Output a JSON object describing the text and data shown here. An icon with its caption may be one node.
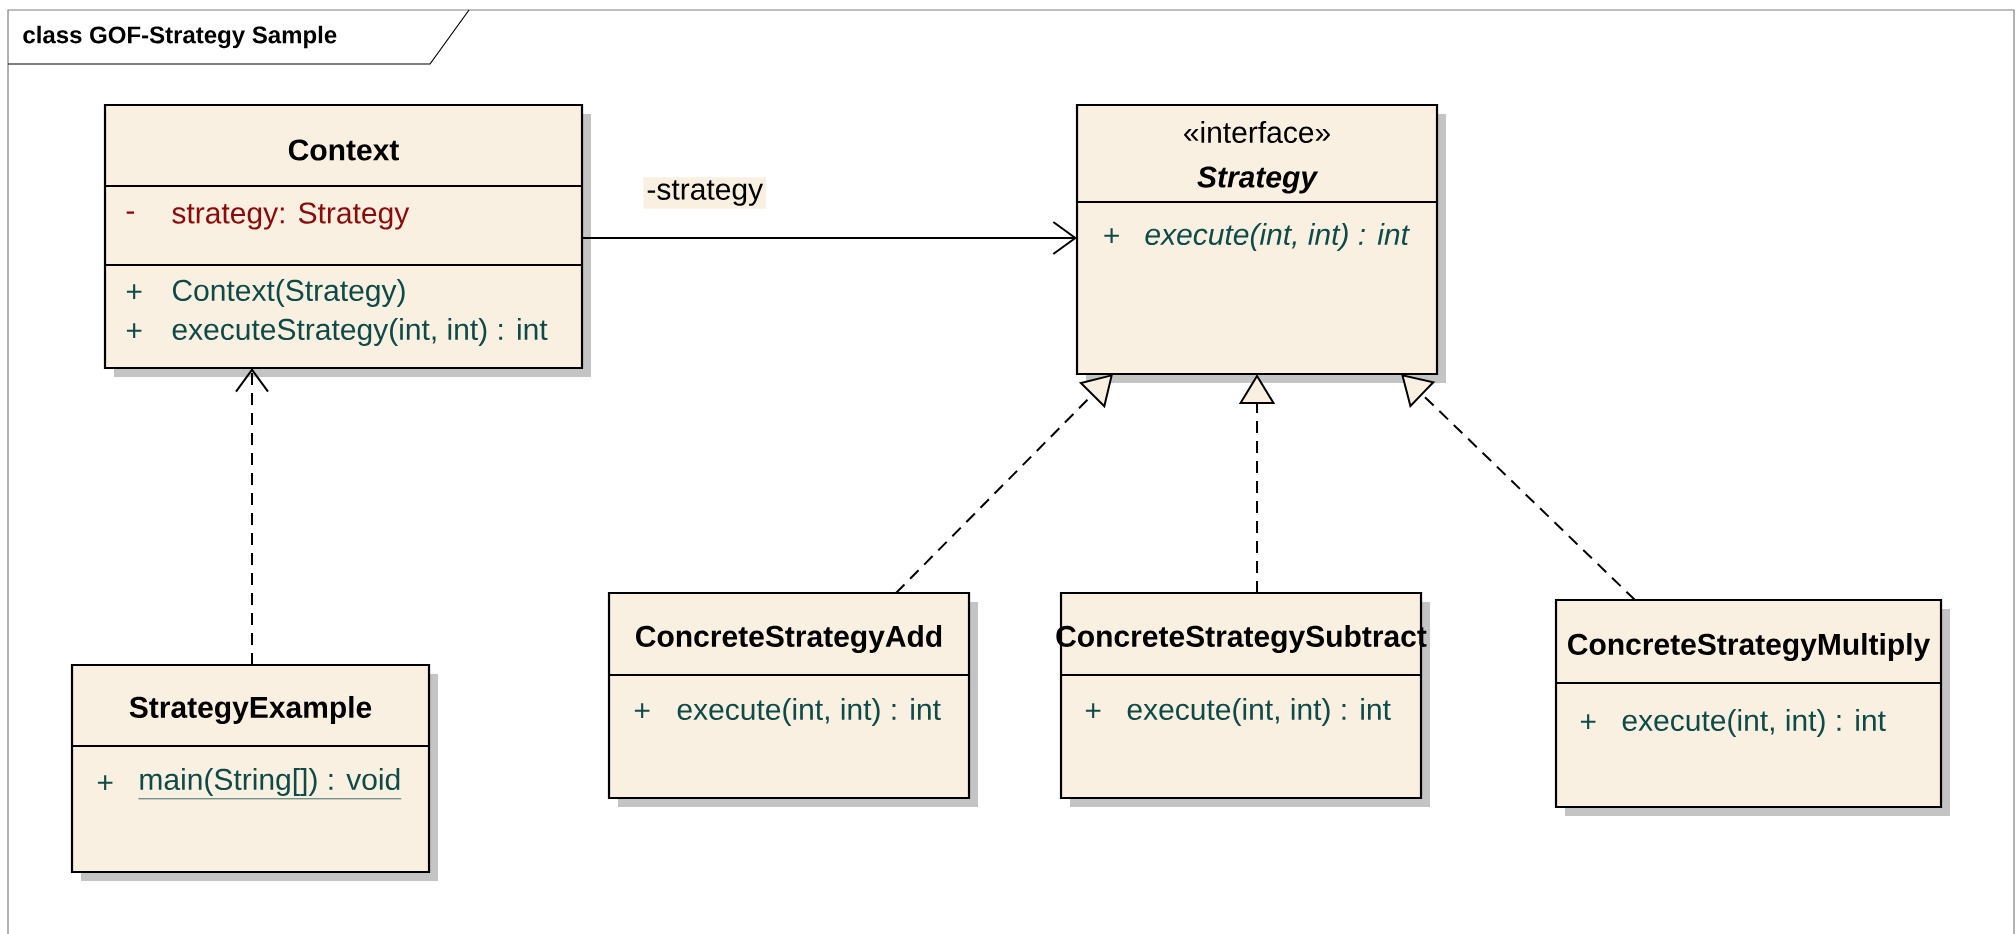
{
  "diagram": {
    "nodes": [
      {
        "text": [
          "class GOF-Strategy Sample"
        ]
      },
      {
        "text": [
          "Context",
          "-",
          "strategy: Strategy",
          "+",
          "Context(Strategy)",
          "+",
          "executeStrategy(int, int) : int"
        ],
        "in": 0
      },
      {
        "text": [
          "«interface»",
          "Strategy",
          "+",
          "execute(int, int) : int"
        ],
        "in": 0
      },
      {
        "text": [
          "StrategyExample",
          "+",
          "main(String[]) : void"
        ],
        "in": 0
      },
      {
        "text": [
          "ConcreteStrategyAdd",
          "+",
          "execute(int, int) : int"
        ],
        "in": 0
      },
      {
        "text": [
          "ConcreteStrategySubtract",
          "+",
          "execute(int, int) : int"
        ],
        "in": 0
      },
      {
        "text": [
          "ConcreteStrategyMultiply",
          "+",
          "execute(int, int) : int"
        ],
        "in": 0
      }
    ],
    "edges": [
      {
        "from": 1,
        "to": 2,
        "arrow": "to",
        "label": "-strategy"
      },
      {
        "from": 3,
        "to": 1,
        "arrow": "to",
        "style": "dashed"
      },
      {
        "from": 4,
        "to": 2,
        "arrow": "to",
        "style": "dashed"
      },
      {
        "from": 5,
        "to": 2,
        "arrow": "to",
        "style": "dashed"
      },
      {
        "from": 6,
        "to": 2,
        "arrow": "to",
        "style": "dashed"
      }
    ]
  }
}
